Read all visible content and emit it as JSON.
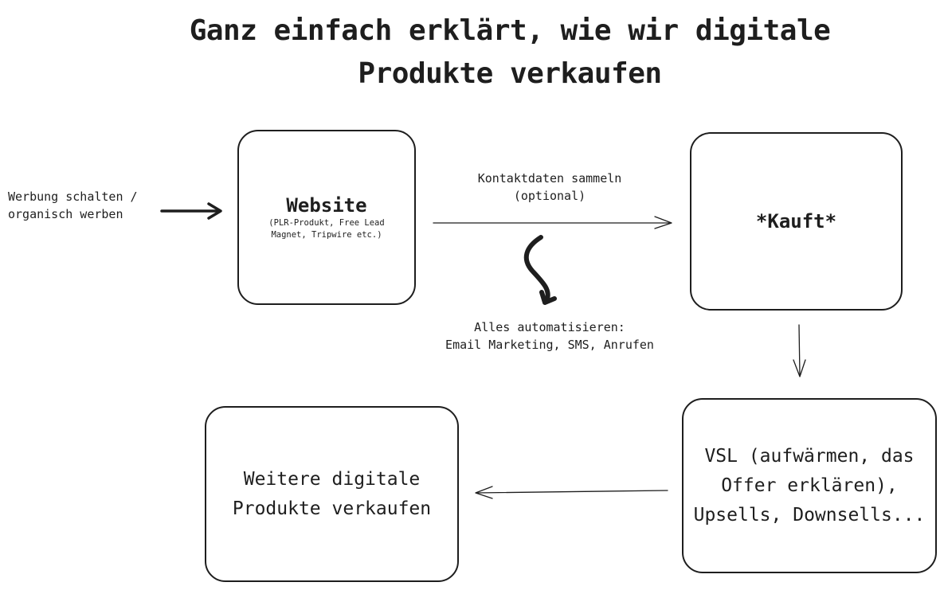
{
  "title": "Ganz einfach erklärt, wie wir digitale\nProdukte verkaufen",
  "left_note": "Werbung schalten /\norganisch werben",
  "website": {
    "title": "Website",
    "subtitle": "(PLR-Produkt, Free Lead\nMagnet, Tripwire etc.)"
  },
  "arrow_label_top": "Kontaktdaten sammeln\n(optional)",
  "arrow_label_auto": "Alles automatisieren:\nEmail Marketing, SMS, Anrufen",
  "kauft": "*Kauft*",
  "vsl": "VSL (aufwärmen, das\nOffer erklären),\nUpsells, Downsells...",
  "weitere": "Weitere digitale\nProdukte verkaufen"
}
